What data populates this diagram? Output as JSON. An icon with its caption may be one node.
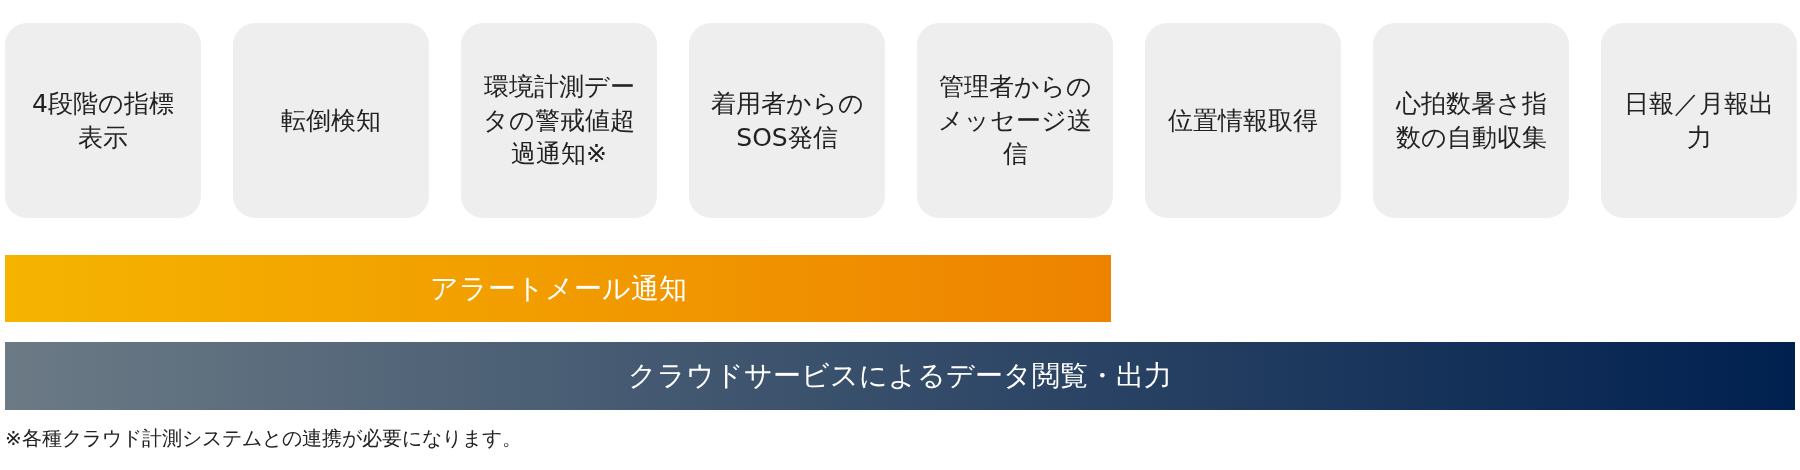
{
  "diagram": {
    "nodes": [
      {
        "text": [
          "4段階の指標表示"
        ]
      },
      {
        "text": [
          "転倒検知"
        ]
      },
      {
        "text": [
          "環境計測データの警戒値超過通知※"
        ]
      },
      {
        "text": [
          "着用者からのSOS発信"
        ]
      },
      {
        "text": [
          "管理者からのメッセージ送信"
        ]
      },
      {
        "text": [
          "位置情報取得"
        ]
      },
      {
        "text": [
          "心拍数暑さ指数の自動収集"
        ]
      },
      {
        "text": [
          "日報／月報出力"
        ]
      },
      {
        "text": [
          "アラートメール通知"
        ]
      },
      {
        "text": [
          "クラウドサービスによるデータ閲覧・出力"
        ]
      }
    ],
    "edges": [],
    "labels": [
      "※各種クラウド計測システムとの連携が必要になります。"
    ]
  }
}
